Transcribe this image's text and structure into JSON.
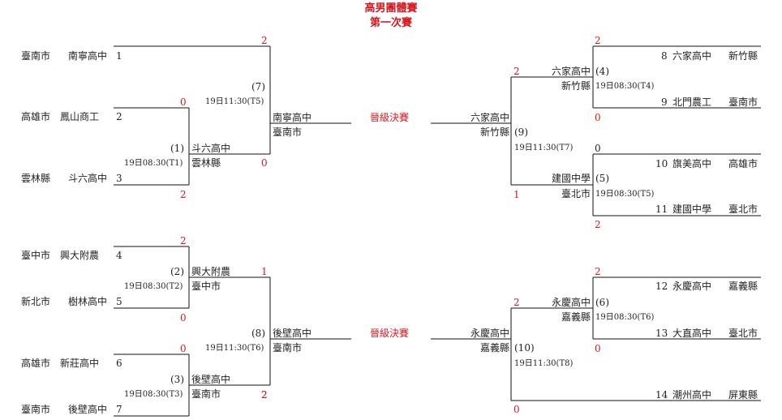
{
  "title": "高男團體賽",
  "subtitle": "第一次賽",
  "final_label": "晉級決賽",
  "teams": {
    "t1": {
      "seed": "1",
      "city": "臺南市",
      "school": "南寧高中"
    },
    "t2": {
      "seed": "2",
      "city": "高雄市",
      "school": "鳳山商工"
    },
    "t3": {
      "seed": "3",
      "city": "雲林縣",
      "school": "斗六高中"
    },
    "t4": {
      "seed": "4",
      "city": "臺中市",
      "school": "興大附農"
    },
    "t5": {
      "seed": "5",
      "city": "新北市",
      "school": "樹林高中"
    },
    "t6": {
      "seed": "6",
      "city": "高雄市",
      "school": "新莊高中"
    },
    "t7": {
      "seed": "7",
      "city": "臺南市",
      "school": "後壁高中"
    },
    "t8": {
      "seed": "8",
      "city": "新竹縣",
      "school": "六家高中"
    },
    "t9": {
      "seed": "9",
      "city": "臺南市",
      "school": "北門農工"
    },
    "t10": {
      "seed": "10",
      "city": "高雄市",
      "school": "旗美高中"
    },
    "t11": {
      "seed": "11",
      "city": "臺北市",
      "school": "建國中學"
    },
    "t12": {
      "seed": "12",
      "city": "嘉義縣",
      "school": "永慶高中"
    },
    "t13": {
      "seed": "13",
      "city": "臺北市",
      "school": "大直高中"
    },
    "t14": {
      "seed": "14",
      "city": "屏東縣",
      "school": "潮州高中"
    }
  },
  "matches": {
    "m1": {
      "no": "(1)",
      "time": "19日08:30(T1)",
      "winner_school": "斗六高中",
      "winner_city": "雲林縣",
      "score_a": "0",
      "score_b": "2"
    },
    "m2": {
      "no": "(2)",
      "time": "19日08:30(T2)",
      "winner_school": "興大附農",
      "winner_city": "臺中市",
      "score_a": "2",
      "score_b": "0"
    },
    "m3": {
      "no": "(3)",
      "time": "19日08:30(T3)",
      "winner_school": "後壁高中",
      "winner_city": "臺南市",
      "score_a": "0",
      "score_b": "2"
    },
    "m4": {
      "no": "(4)",
      "time": "19日08:30(T4)",
      "winner_school": "六家高中",
      "winner_city": "新竹縣",
      "score_a": "2",
      "score_b": "0"
    },
    "m5": {
      "no": "(5)",
      "time": "19日08:30(T5)",
      "winner_school": "建國中學",
      "winner_city": "臺北市",
      "score_a": "0",
      "score_b": "2"
    },
    "m6": {
      "no": "(6)",
      "time": "19日08:30(T6)",
      "winner_school": "永慶高中",
      "winner_city": "嘉義縣",
      "score_a": "2",
      "score_b": "0"
    },
    "m7": {
      "no": "(7)",
      "time": "19日11:30(T5)",
      "winner_school": "南寧高中",
      "winner_city": "臺南市",
      "score_a": "2",
      "score_b": "0"
    },
    "m8": {
      "no": "(8)",
      "time": "19日11:30(T6)",
      "winner_school": "後壁高中",
      "winner_city": "臺南市",
      "score_a": "1",
      "score_b": "2"
    },
    "m9": {
      "no": "(9)",
      "time": "19日11:30(T7)",
      "winner_school": "六家高中",
      "winner_city": "新竹縣",
      "score_a": "2",
      "score_b": "1"
    },
    "m10": {
      "no": "(10)",
      "time": "19日11:30(T8)",
      "winner_school": "永慶高中",
      "winner_city": "嘉義縣",
      "score_a": "2",
      "score_b": "0"
    }
  }
}
